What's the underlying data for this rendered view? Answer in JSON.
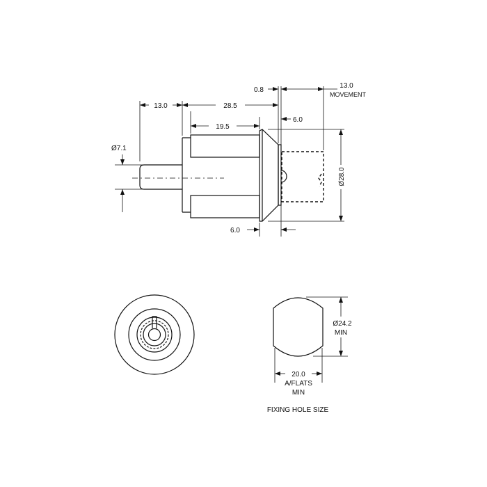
{
  "side_view": {
    "dims": {
      "pin_length": "13.0",
      "body_length": "28.5",
      "thread_length": "19.5",
      "plate_thickness": "0.8",
      "movement_value": "13.0",
      "movement_label": "MOVEMENT",
      "front_offset": "6.0",
      "pin_diameter": "Ø7.1",
      "bezel_diameter": "Ø28.0",
      "bezel_depth": "6.0"
    }
  },
  "fixing_hole": {
    "diameter": "Ø24.2",
    "diameter_note": "MIN",
    "flats": "20.0",
    "flats_label": "A/FLATS",
    "flats_note": "MIN",
    "caption": "FIXING HOLE SIZE"
  }
}
